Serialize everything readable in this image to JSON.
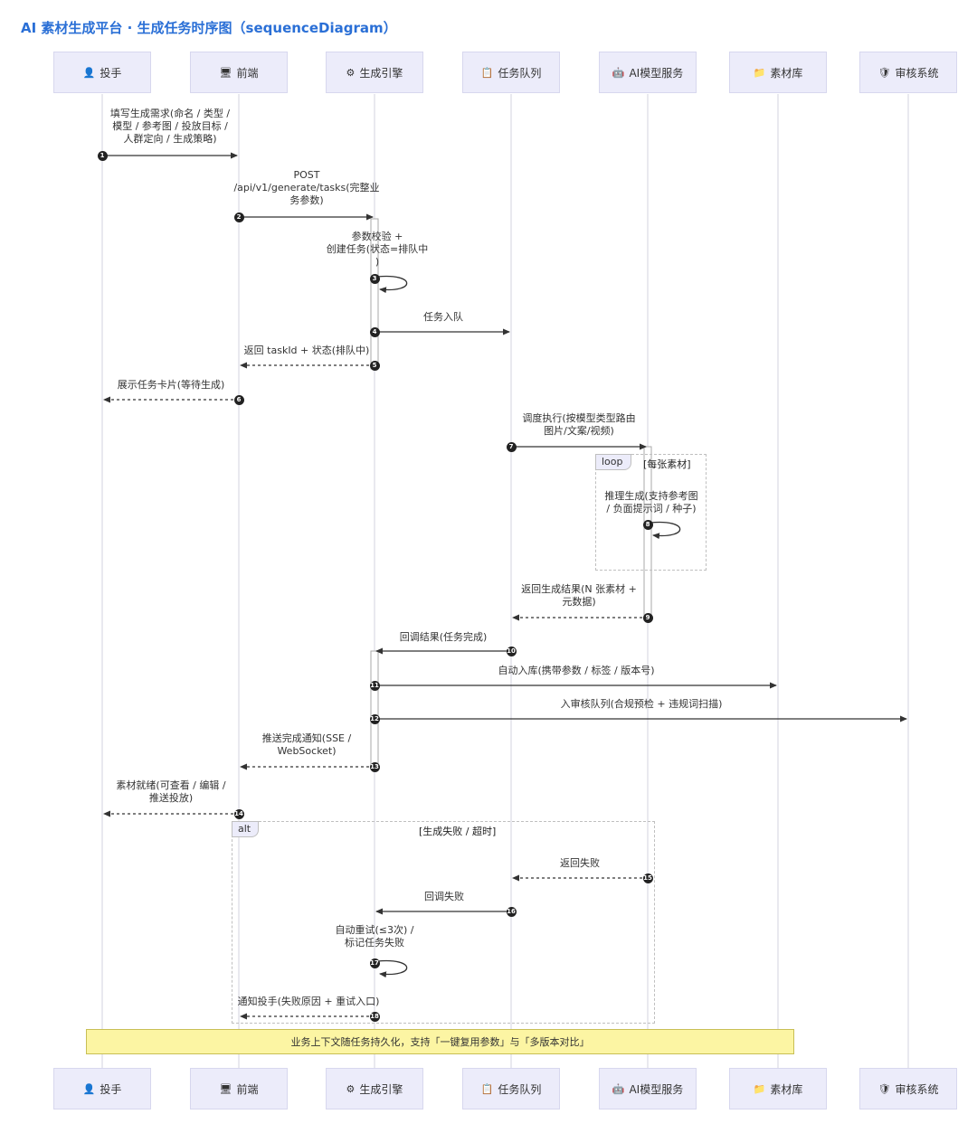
{
  "title": "AI 素材生成平台 · 生成任务时序图（sequenceDiagram）",
  "participants": [
    {
      "name": "投手",
      "icon": "person-icon"
    },
    {
      "name": "前端",
      "icon": "monitor-icon"
    },
    {
      "name": "生成引擎",
      "icon": "gear-icon"
    },
    {
      "name": "任务队列",
      "icon": "clipboard-icon"
    },
    {
      "name": "AI模型服务",
      "icon": "robot-icon"
    },
    {
      "name": "素材库",
      "icon": "folder-icon"
    },
    {
      "name": "审核系统",
      "icon": "shield-icon"
    }
  ],
  "messages": [
    {
      "n": "1",
      "text": "填写生成需求(命名 / 类型 /\n模型 / 参考图 / 投放目标 /\n人群定向 / 生成策略)"
    },
    {
      "n": "2",
      "text": "POST\n/api/v1/generate/tasks(完整业\n务参数)"
    },
    {
      "n": "3",
      "text": "参数校验 +\n创建任务(状态=排队中\n)"
    },
    {
      "n": "4",
      "text": "任务入队"
    },
    {
      "n": "5",
      "text": "返回 taskId + 状态(排队中)"
    },
    {
      "n": "6",
      "text": "展示任务卡片(等待生成)"
    },
    {
      "n": "7",
      "text": "调度执行(按模型类型路由\n图片/文案/视频)"
    },
    {
      "n": "8",
      "text": "推理生成(支持参考图\n/ 负面提示词 / 种子)"
    },
    {
      "n": "9",
      "text": "返回生成结果(N 张素材 +\n元数据)"
    },
    {
      "n": "10",
      "text": "回调结果(任务完成)"
    },
    {
      "n": "11",
      "text": "自动入库(携带参数 / 标签 / 版本号)"
    },
    {
      "n": "12",
      "text": "入审核队列(合规预检 + 违规词扫描)"
    },
    {
      "n": "13",
      "text": "推送完成通知(SSE /\nWebSocket)"
    },
    {
      "n": "14",
      "text": "素材就绪(可查看 / 编辑 /\n推送投放)"
    },
    {
      "n": "15",
      "text": "返回失败"
    },
    {
      "n": "16",
      "text": "回调失败"
    },
    {
      "n": "17",
      "text": "自动重试(≤3次) /\n标记任务失败"
    },
    {
      "n": "18",
      "text": "通知投手(失败原因 + 重试入口)"
    }
  ],
  "loop_frame": {
    "tag": "loop",
    "condition": "[每张素材]"
  },
  "alt_frame": {
    "tag": "alt",
    "condition": "[生成失败 / 超时]"
  },
  "note": "业务上下文随任务持久化，支持「一键复用参数」与「多版本对比」"
}
